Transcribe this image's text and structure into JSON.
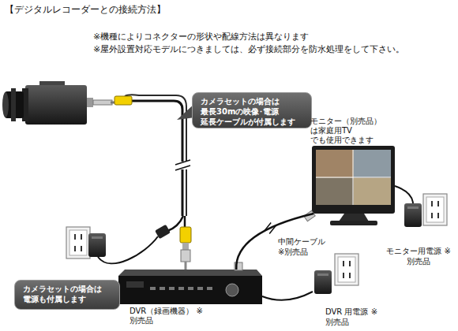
{
  "diagram": {
    "title": "【デジタルレコーダーとの接続方法】",
    "nodes": [
      {
        "text": [
          "カメラセットの場合は 最長30mの映像･電源 延長ケーブルが付属します"
        ]
      },
      {
        "text": [
          "カメラセットの場合は 電源も付属します"
        ]
      },
      {
        "text": [
          "モニター（別売品）は家庭用TV でも使用できます"
        ]
      },
      {
        "text": [
          "DVR（録画機器） ※別売品"
        ]
      }
    ],
    "edges": [
      {
        "from": 3,
        "to": 2,
        "arrow": "none",
        "label": "中間ケーブル ※別売品"
      }
    ],
    "labels": [
      "※機種によりコネクターの形状や配線方法は異なります",
      "※屋外設置対応モデルにつきましては、必ず接続部分を防水処理をして下さい。",
      "モニター用電源 ※別売品",
      "DVR 用電源 ※別売品"
    ]
  }
}
